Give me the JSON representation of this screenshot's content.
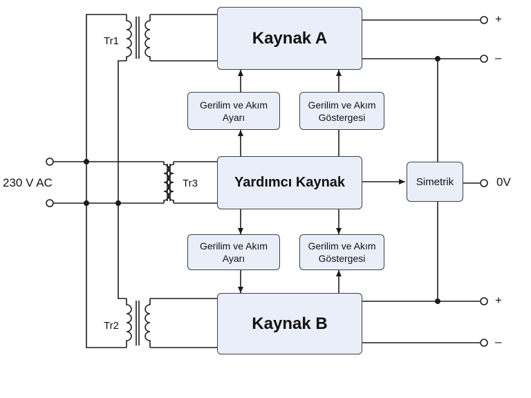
{
  "boxes": {
    "kaynak_a": "Kaynak A",
    "kaynak_b": "Kaynak B",
    "yardimci": "Yardımcı Kaynak",
    "simetrik": "Simetrik",
    "ayar_top": "Gerilim ve Akım\nAyarı",
    "gosterge_top": "Gerilim ve Akım\nGöstergesi",
    "ayar_bottom": "Gerilim ve Akım\nAyarı",
    "gosterge_bottom": "Gerilim ve Akım\nGöstergesi"
  },
  "transformers": {
    "tr1": "Tr1",
    "tr2": "Tr2",
    "tr3": "Tr3"
  },
  "terminals": {
    "input": "230 V AC",
    "a_plus": "+",
    "a_minus": "–",
    "zero": "0V",
    "b_plus": "+",
    "b_minus": "–"
  },
  "colors": {
    "box_fill": "#e9eef8",
    "line": "#1a1a1a"
  }
}
